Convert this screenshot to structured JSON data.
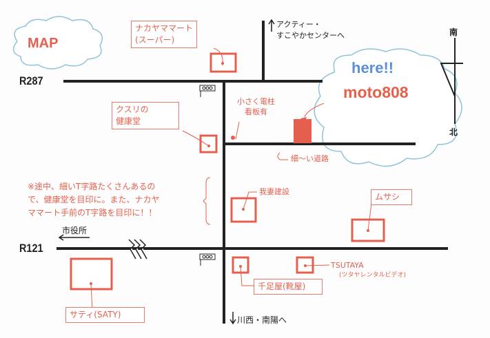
{
  "title": "MAP",
  "roads": {
    "r287": "R287",
    "r121": "R121"
  },
  "directions": {
    "north_up": "↑アクティー・\nすこやかセンターへ",
    "north_up_line1": "アクティー・",
    "north_up_line2": "すこやかセンターへ",
    "south_down": "川西・南陽へ",
    "west": "市役所"
  },
  "compass": {
    "top": "南",
    "bottom": "北"
  },
  "destination": {
    "line1": "here!!",
    "line2": "moto808"
  },
  "places": {
    "nakayama_line1": "ナカヤママート",
    "nakayama_line2": "(スーパー)",
    "kusuri_line1": "クスリの",
    "kusuri_line2": "健康堂",
    "pole_line1": "小さく電柱",
    "pole_line2": "看板有",
    "narrow_road": "細〜い道路",
    "wagatsuma": "我妻建設",
    "musashi": "ムサシ",
    "saty": "サティ(SATY)",
    "senzokuya": "千足屋(靴屋)",
    "tsutaya": "TSUTAYA",
    "tsutaya_sub": "(ツタヤレンタルビデオ)"
  },
  "note": {
    "line1": "※途中、細いT字路たくさんあるの",
    "line2": "で、健康堂を目印に。また、ナカヤ",
    "line3": "ママート手前のT字路を目印に！！"
  },
  "colors": {
    "accent": "#e4604e",
    "cloud": "#8fc3d9",
    "here": "#5b8fd6",
    "road": "#222222"
  }
}
